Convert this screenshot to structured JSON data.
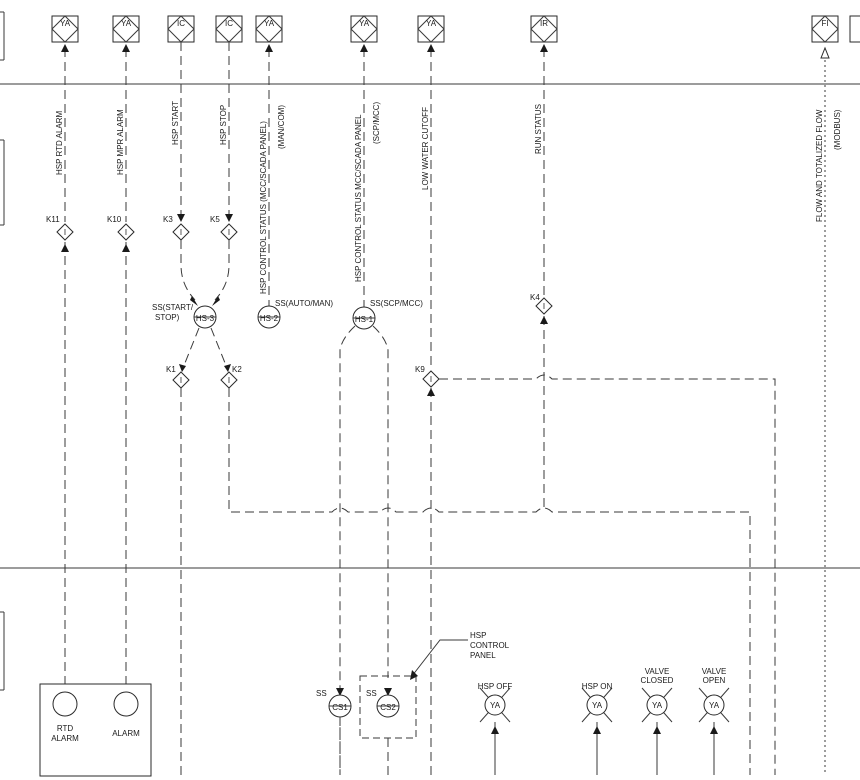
{
  "tags_top": {
    "col_01": "YA",
    "col_02": "YA",
    "col_03": "IC",
    "col_04": "IC",
    "col_05": "YA",
    "col_06": "YA",
    "col_07": "YA",
    "col_08": "IR",
    "col_09": "FI"
  },
  "signals": {
    "s1": "HSP RTD ALARM",
    "s2": "HSP MPR ALARM",
    "s3": "HSP START",
    "s4": "HSP STOP",
    "s5a": "HSP CONTROL STATUS (MCC/SCADA PANEL)",
    "s5b": "(MAN/COM)",
    "s6a": "HSP CONTROL STATUS MCC/SCADA PANEL",
    "s6b": "(SCP/MCC)",
    "s7": "LOW WATER CUTOFF",
    "s8": "RUN STATUS",
    "s9a": "FLOW AND TOTALIZED FLOW",
    "s9b": "(MODBUS)"
  },
  "relays": {
    "k11": "K11",
    "k10": "K10",
    "k3": "K3",
    "k5": "K5",
    "k4": "K4",
    "k1": "K1",
    "k2": "K2",
    "k9": "K9",
    "symbol": "I"
  },
  "switches": {
    "hs3_tag": "HS-3",
    "hs3_label_1": "SS(START/",
    "hs3_label_2": "STOP)",
    "hs2_tag": "HS-2",
    "hs2_label": "SS(AUTO/MAN)",
    "hs1_tag": "HS-1",
    "hs1_label": "SS(SCP/MCC)"
  },
  "field": {
    "rtd_alarm_1": "RTD",
    "rtd_alarm_2": "ALARM",
    "alarm": "ALARM",
    "ss1": "SS",
    "cs1": "CS1",
    "ss2": "SS",
    "cs2": "CS2",
    "hsp_panel_1": "HSP",
    "hsp_panel_2": "CONTROL",
    "hsp_panel_3": "PANEL",
    "hsp_off": "HSP OFF",
    "hsp_on": "HSP ON",
    "valve_closed_1": "VALVE",
    "valve_closed_2": "CLOSED",
    "valve_open_1": "VALVE",
    "valve_open_2": "OPEN",
    "ya": "YA"
  }
}
